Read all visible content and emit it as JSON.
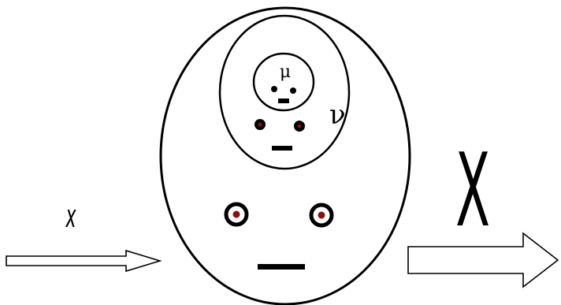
{
  "labels": {
    "input": "x",
    "output": "X",
    "inner_outer": "ν",
    "innermost": "μ"
  },
  "colors": {
    "stroke": "#000000",
    "eye_center": "#8b1010",
    "background": "#ffffff"
  }
}
